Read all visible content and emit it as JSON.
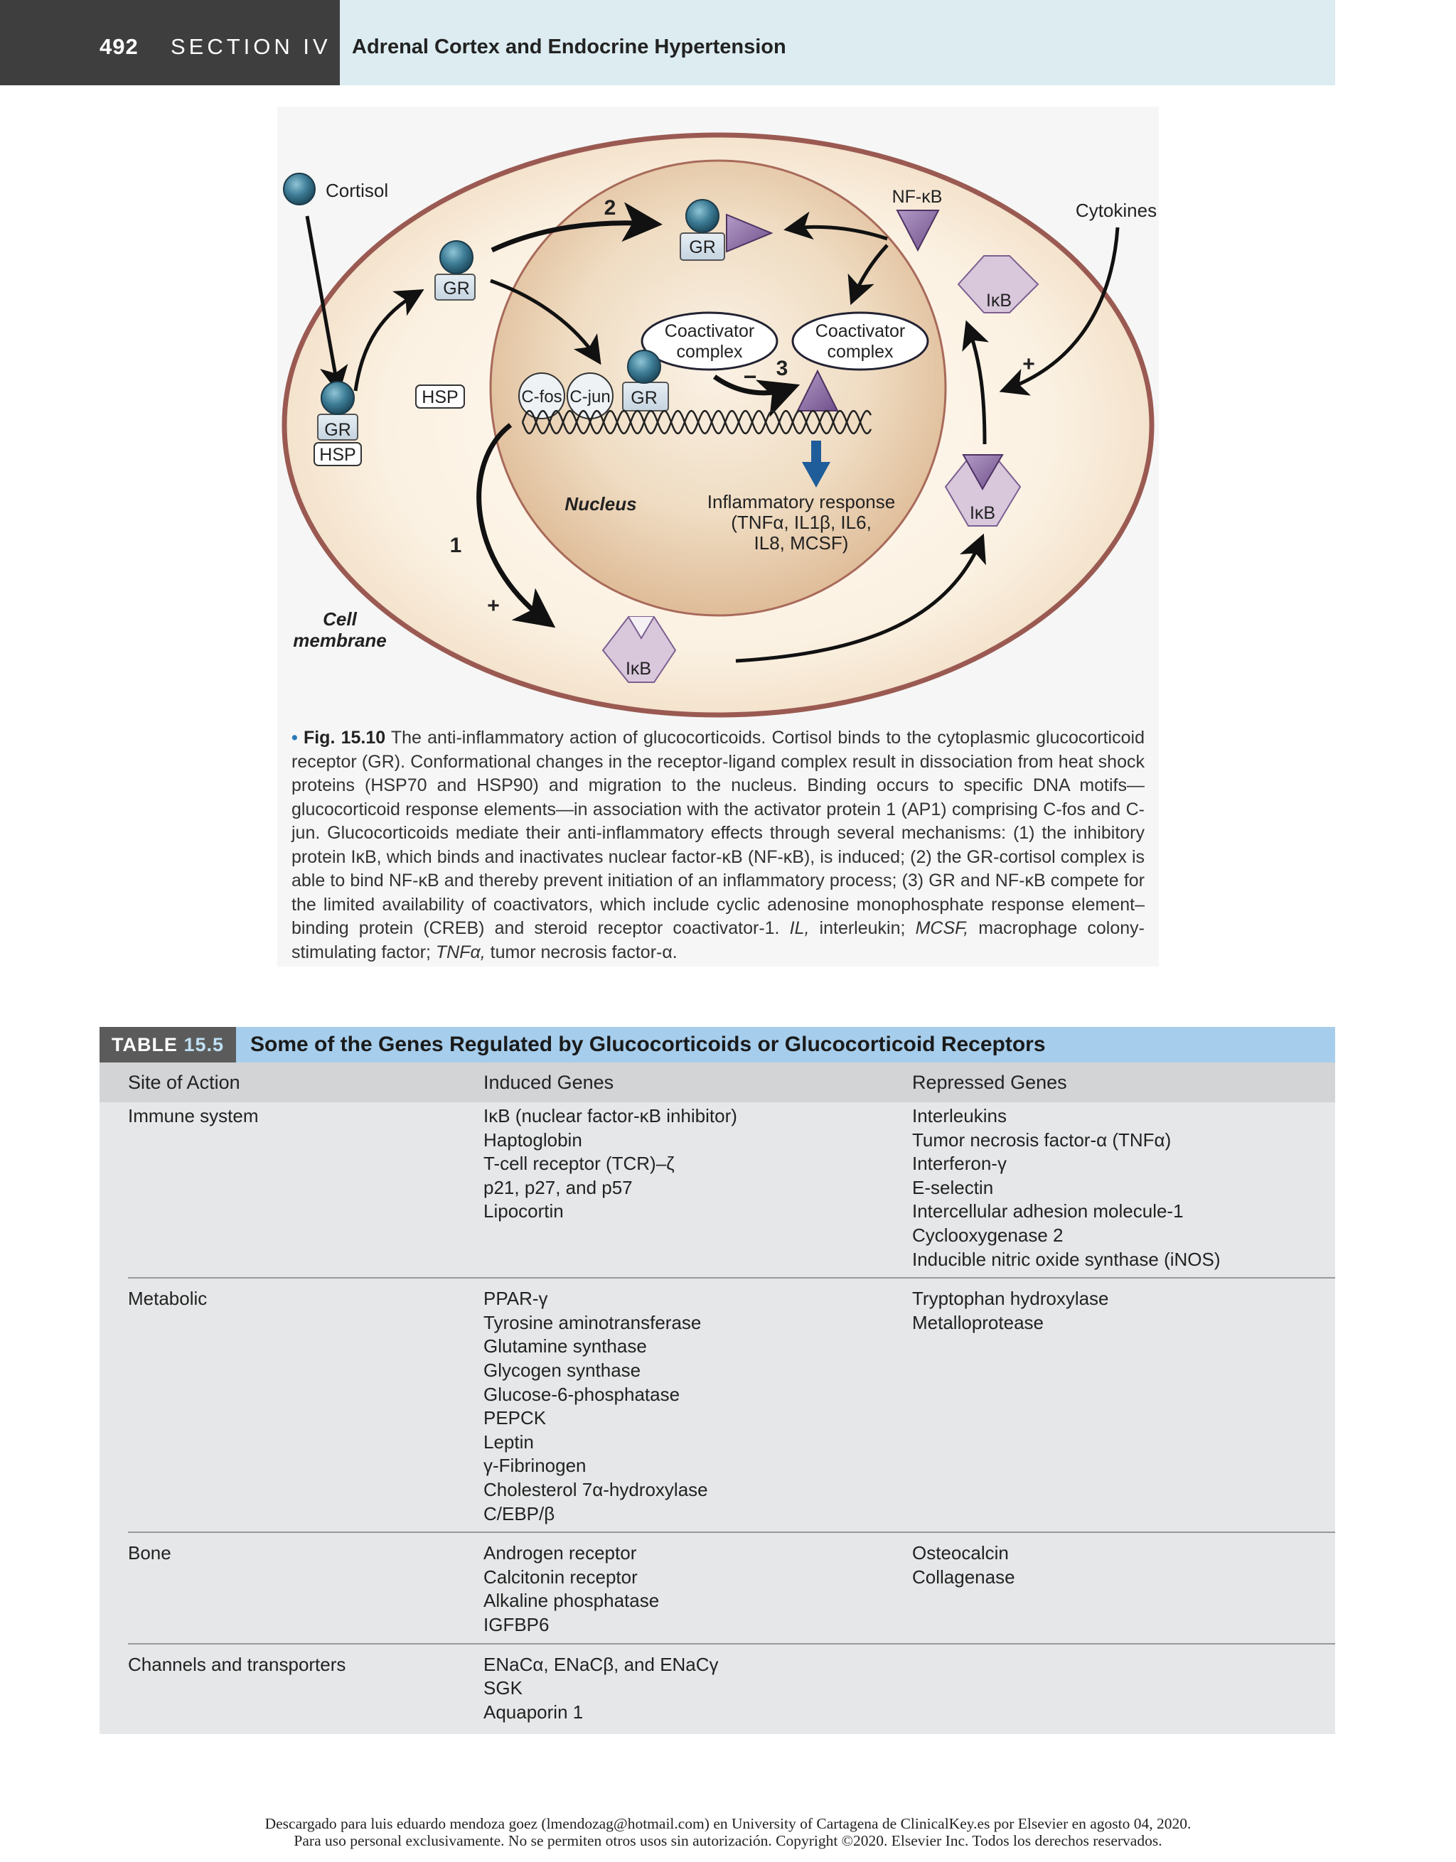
{
  "header": {
    "page_number": "492",
    "section": "SECTION IV",
    "chapter_title": "Adrenal Cortex and Endocrine Hypertension"
  },
  "figure": {
    "labels": {
      "cortisol": "Cortisol",
      "gr": "GR",
      "hsp": "HSP",
      "nfkb": "NF-κB",
      "cytokines": "Cytokines",
      "ikb": "IκB",
      "coactivator_line1": "Coactivator",
      "coactivator_line2": "complex",
      "cfos": "C-fos",
      "cjun": "C-jun",
      "nucleus": "Nucleus",
      "inflammatory_line1": "Inflammatory response",
      "inflammatory_line2": "(TNFα, IL1β, IL6,",
      "inflammatory_line3": "IL8, MCSF)",
      "cell_line1": "Cell",
      "cell_line2": "membrane",
      "step1": "1",
      "step2": "2",
      "step3": "3",
      "plus": "+",
      "minus": "−"
    },
    "caption": {
      "bullet": "•",
      "fig_label": "Fig. 15.10",
      "text_1": " The anti-inflammatory action of glucocorticoids. Cortisol binds to the cytoplasmic glucocorticoid receptor (GR). Conformational changes in the receptor-ligand complex result in dissociation from heat shock proteins (HSP70 and HSP90) and migration to the nucleus. Binding occurs to specific DNA motifs—glucocorticoid response elements—in association with the activator protein 1 (AP1) comprising C-fos and C-jun. Glucocorticoids mediate their anti-inflammatory effects through several mechanisms: (1) the inhibitory protein IκB, which binds and inactivates nuclear factor-κB (NF-κB), is induced; (2) the GR-cortisol complex is able to bind NF-κB and thereby prevent initiation of an inflammatory process; (3) GR and NF-κB compete for the limited availability of coactivators, which include cyclic adenosine monophosphate response element–binding protein (CREB) and steroid receptor coactivator-1. ",
      "il_abbr": "IL,",
      "il_def": " interleukin; ",
      "mcsf_abbr": "MCSF,",
      "mcsf_def": " macrophage colony-stimulating factor; ",
      "tnf_abbr": "TNFα,",
      "tnf_def": " tumor necrosis factor-α."
    }
  },
  "table": {
    "tag_word": "TABLE",
    "tag_number": "15.5",
    "title": "Some of the Genes Regulated by Glucocorticoids or Glucocorticoid Receptors",
    "headers": [
      "Site of Action",
      "Induced Genes",
      "Repressed Genes"
    ],
    "rows": [
      {
        "site": "Immune system",
        "induced": [
          "IκB (nuclear factor-κB inhibitor)",
          "Haptoglobin",
          "T-cell receptor (TCR)–ζ",
          "p21, p27, and p57",
          "Lipocortin"
        ],
        "repressed": [
          "Interleukins",
          "Tumor necrosis factor-α (TNFα)",
          "Interferon-γ",
          "E-selectin",
          "Intercellular adhesion molecule-1",
          "Cyclooxygenase 2",
          "Inducible nitric oxide synthase (iNOS)"
        ]
      },
      {
        "site": "Metabolic",
        "induced": [
          "PPAR-γ",
          "Tyrosine aminotransferase",
          "Glutamine synthase",
          "Glycogen synthase",
          "Glucose-6-phosphatase",
          "PEPCK",
          "Leptin",
          "γ-Fibrinogen",
          "Cholesterol 7α-hydroxylase",
          "C/EBP/β"
        ],
        "repressed": [
          "Tryptophan hydroxylase",
          "Metalloprotease"
        ]
      },
      {
        "site": "Bone",
        "induced": [
          "Androgen receptor",
          "Calcitonin receptor",
          "Alkaline phosphatase",
          "IGFBP6"
        ],
        "repressed": [
          "Osteocalcin",
          "Collagenase"
        ]
      },
      {
        "site": "Channels and transporters",
        "induced": [
          "ENaCα, ENaCβ, and ENaCγ",
          "SGK",
          "Aquaporin 1"
        ],
        "repressed": []
      }
    ]
  },
  "footer": {
    "line1": "Descargado para luis eduardo mendoza goez (lmendozag@hotmail.com) en University of Cartagena de ClinicalKey.es por Elsevier en agosto 04, 2020.",
    "line2": "Para uso personal exclusivamente. No se permiten otros usos sin autorización. Copyright ©2020. Elsevier Inc. Todos los derechos reservados."
  },
  "colors": {
    "cell_membrane": "#9a5a52",
    "nucleus_fill": "#ead1b0",
    "cortisol_ball": "#3d7c95",
    "nfkb_purple": "#8b6aa3",
    "ikb_fill": "#d9c7dc",
    "arrow_blue": "#1f5d9a",
    "table_title_bar": "#a6cdeb"
  }
}
